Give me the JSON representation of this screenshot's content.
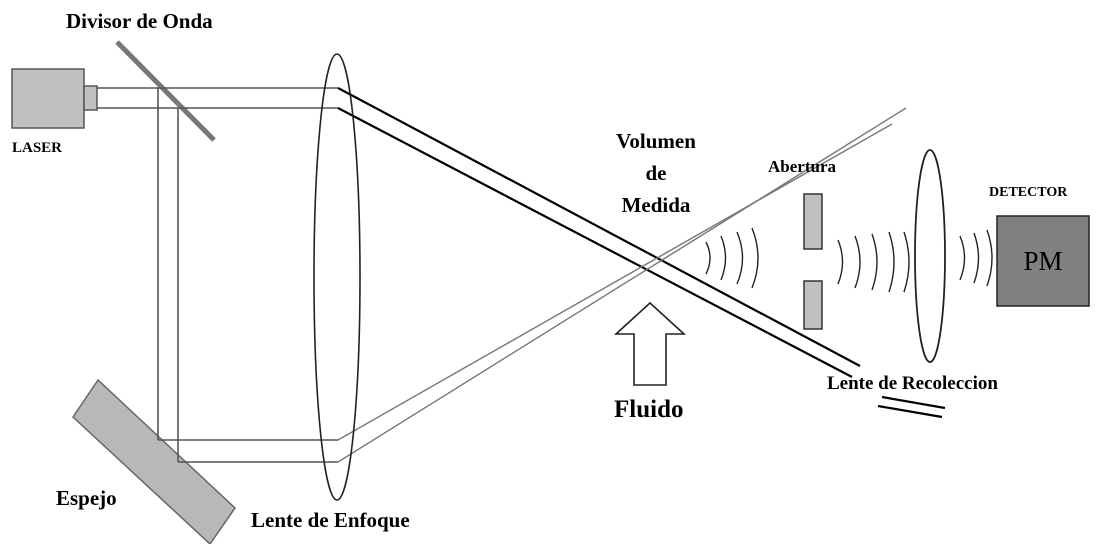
{
  "labels": {
    "beam_splitter": "Divisor de Onda",
    "laser": "LASER",
    "measurement_volume": [
      "Volumen",
      "de",
      "Medida"
    ],
    "aperture": "Abertura",
    "detector": "DETECTOR",
    "photomultiplier": "PM",
    "fluid": "Fluido",
    "collection_lens": "Lente de Recoleccion",
    "mirror": "Espejo",
    "focusing_lens": "Lente de Enfoque"
  },
  "colors": {
    "laser_body": "#c0c0c0",
    "mirror": "#b8b8b8",
    "aperture": "#c0c0c0",
    "detector": "#808080",
    "line": "#000000"
  }
}
